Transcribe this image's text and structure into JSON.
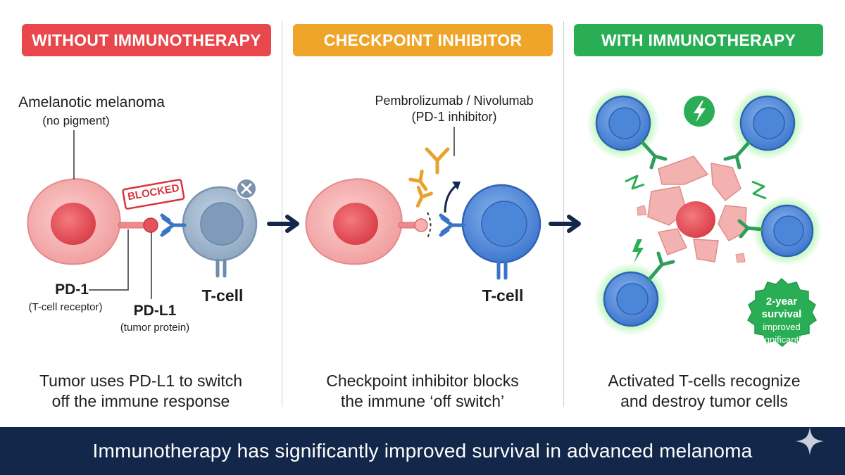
{
  "panels": [
    {
      "title": "WITHOUT IMMUNOTHERAPY",
      "color": "#e8474c",
      "caption_line1": "Tumor uses PD-L1 to switch",
      "caption_line2": "off the immune response"
    },
    {
      "title": "CHECKPOINT INHIBITOR",
      "color": "#efa42a",
      "caption_line1": "Checkpoint inhibitor blocks",
      "caption_line2": "the immune ‘off switch’"
    },
    {
      "title": "WITH IMMUNOTHERAPY",
      "color": "#2aae55",
      "caption_line1": "Activated T-cells recognize",
      "caption_line2": "and destroy tumor cells"
    }
  ],
  "labels": {
    "tumor_name": "Amelanotic melanoma",
    "tumor_note": "(no pigment)",
    "blocked": "BLOCKED",
    "pd1": "PD-1",
    "pd1_note": "(T-cell receptor)",
    "pdl1": "PD-L1",
    "pdl1_note": "(tumor protein)",
    "tcell_1": "T-cell",
    "drug_name": "Pembrolizumab / Nivolumab",
    "drug_note": "(PD-1 inhibitor)",
    "tcell_2": "T-cell"
  },
  "badge": {
    "line1": "2-year",
    "line2": "survival",
    "line3": "improved",
    "line4": "significantly"
  },
  "footer": {
    "text": "Immunotherapy has significantly improved survival in advanced melanoma"
  },
  "colors": {
    "tumor": "#f3a5a5",
    "nucleus": "#e8505a",
    "tcell": "#5b8fd6",
    "tcell_inactive": "#9fb6cc",
    "receptor": "#3a74c4",
    "antibody": "#e9a12e",
    "active_green": "#3cb55a",
    "navy": "#13274a"
  },
  "icons": {
    "x": "close-icon",
    "bolt": "lightning-icon",
    "sparkle": "sparkle-icon",
    "arrow": "arrow-right-icon"
  }
}
